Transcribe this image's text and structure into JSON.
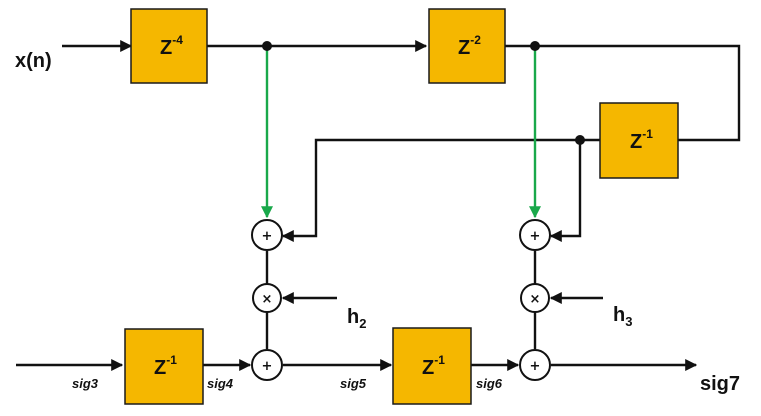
{
  "input_label": "x(n)",
  "output_label": "sig7",
  "delays": {
    "d1": {
      "base": "Z",
      "exp": "-4"
    },
    "d2": {
      "base": "Z",
      "exp": "-2"
    },
    "d3": {
      "base": "Z",
      "exp": "-1"
    },
    "d4": {
      "base": "Z",
      "exp": "-1"
    },
    "d5": {
      "base": "Z",
      "exp": "-1"
    }
  },
  "coefficients": {
    "h2": {
      "base": "h",
      "sub": "2"
    },
    "h3": {
      "base": "h",
      "sub": "3"
    }
  },
  "signals": {
    "sig3": "sig3",
    "sig4": "sig4",
    "sig5": "sig5",
    "sig6": "sig6"
  },
  "operators": {
    "add": "+",
    "mul": "×"
  },
  "colors": {
    "block_fill": "#f5b700",
    "tap_line": "#19a84a",
    "wire": "#111111"
  }
}
